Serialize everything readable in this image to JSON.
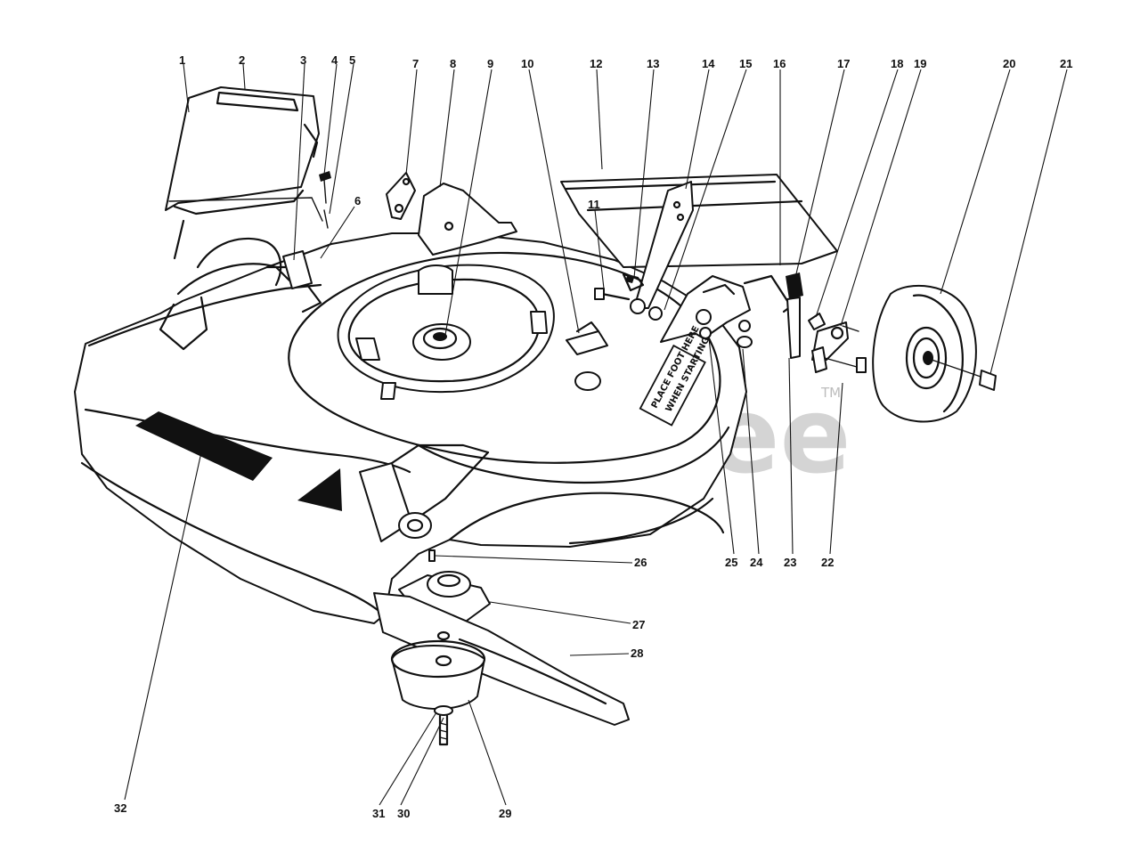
{
  "watermark": {
    "brand": "PartsTree",
    "trademark": "TM"
  },
  "decal": {
    "line1": "PLACE FOOT HERE",
    "line2": "WHEN STARTING"
  },
  "callouts": [
    {
      "num": "1"
    },
    {
      "num": "2"
    },
    {
      "num": "3"
    },
    {
      "num": "4"
    },
    {
      "num": "5"
    },
    {
      "num": "6"
    },
    {
      "num": "7"
    },
    {
      "num": "8"
    },
    {
      "num": "9"
    },
    {
      "num": "10"
    },
    {
      "num": "11"
    },
    {
      "num": "12"
    },
    {
      "num": "13"
    },
    {
      "num": "14"
    },
    {
      "num": "15"
    },
    {
      "num": "16"
    },
    {
      "num": "17"
    },
    {
      "num": "18"
    },
    {
      "num": "19"
    },
    {
      "num": "20"
    },
    {
      "num": "21"
    },
    {
      "num": "22"
    },
    {
      "num": "23"
    },
    {
      "num": "24"
    },
    {
      "num": "25"
    },
    {
      "num": "26"
    },
    {
      "num": "27"
    },
    {
      "num": "28"
    },
    {
      "num": "29"
    },
    {
      "num": "30"
    },
    {
      "num": "31"
    },
    {
      "num": "32"
    }
  ]
}
